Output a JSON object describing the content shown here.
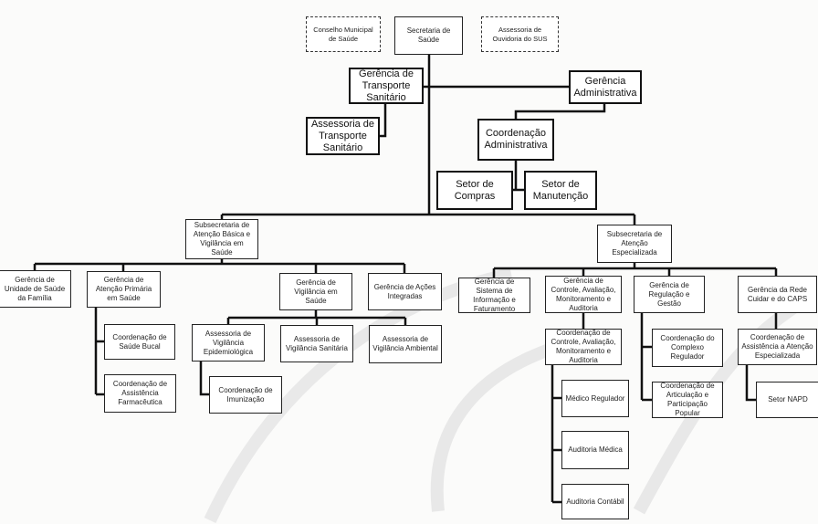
{
  "nodes": {
    "conselho": "Conselho Municipal de Saúde",
    "secretaria": "Secretaria de Saúde",
    "ouvidoria": "Assessoria de Ouvidoria do SUS",
    "ger_transporte": "Gerência de Transporte Sanitário",
    "ger_admin": "Gerência Administrativa",
    "ass_transporte": "Assessoria de Transporte Sanitário",
    "coord_admin": "Coordenação Administrativa",
    "setor_compras": "Setor de Compras",
    "setor_manutencao": "Setor de Manutenção",
    "subsec_basica": "Subsecretaria de Atenção Básica e Vigilância em Saúde",
    "subsec_especializada": "Subsecretaria de Atenção Especializada",
    "ger_usf": "Gerência de Unidade de Saúde da Família",
    "ger_aps": "Gerência de Atenção Primária em  Saúde",
    "ger_vigilancia": "Gerência de Vigilância em Saúde",
    "ger_acoes": "Gerência de Ações Integradas",
    "coord_bucal": "Coordenação de Saúde Bucal",
    "coord_farmaceutica": "Coordenação de Assistência Farmacêutica",
    "ass_epidemiologica": "Assessoria de Vigilância Epidemiológica",
    "ass_sanitaria": "Assessoria de Vigilância Sanitária",
    "ass_ambiental": "Assessoria de Vigilância Ambiental",
    "coord_imunizacao": "Coordenação de Imunização",
    "ger_sistema": "Gerência de Sistema de Informação e Faturamento",
    "ger_controle": "Gerência de Controle, Avaliação, Monitoramento e Auditoria",
    "ger_regulacao": "Gerência de Regulação e Gestão",
    "ger_rede": "Gerência da Rede Cuidar e do CAPS",
    "coord_controle": "Coordenação de Controle, Avaliação, Monitoramento e Auditoria",
    "coord_complexo": "Coordenação do Complexo Regulador",
    "coord_articulacao": "Coordenação de Articulação e Participação Popular",
    "coord_assist_esp": "Coordenação de Assistência a Atenção Especializada",
    "setor_napd": "Setor NAPD",
    "medico_regulador": "Médico Regulador",
    "auditoria_medica": "Auditoria Médica",
    "auditoria_contabil": "Auditoria Contábil"
  }
}
